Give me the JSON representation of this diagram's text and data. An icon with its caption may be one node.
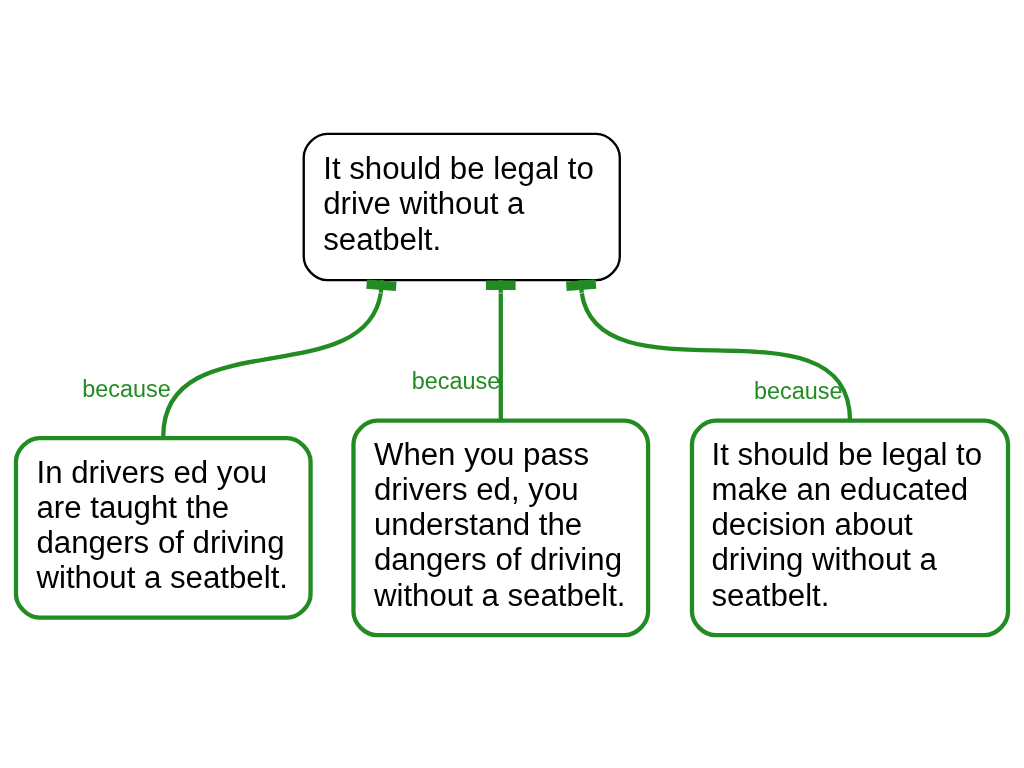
{
  "diagram": {
    "nodes": [
      {
        "text": [
          "It should be legal to drive without a seatbelt."
        ]
      },
      {
        "text": [
          "In drivers ed you are taught the dangers of driving without a seatbelt."
        ]
      },
      {
        "text": [
          "When you pass drivers ed, you understand the dangers of driving without a seatbelt."
        ]
      },
      {
        "text": [
          "It should be legal to make an educated decision about driving without a seatbelt."
        ]
      }
    ],
    "edges": [
      {
        "from": 1,
        "to": 0,
        "arrow": "other",
        "label": "because"
      },
      {
        "from": 2,
        "to": 0,
        "arrow": "other",
        "label": "because"
      },
      {
        "from": 3,
        "to": 0,
        "arrow": "other",
        "label": "because"
      }
    ]
  }
}
